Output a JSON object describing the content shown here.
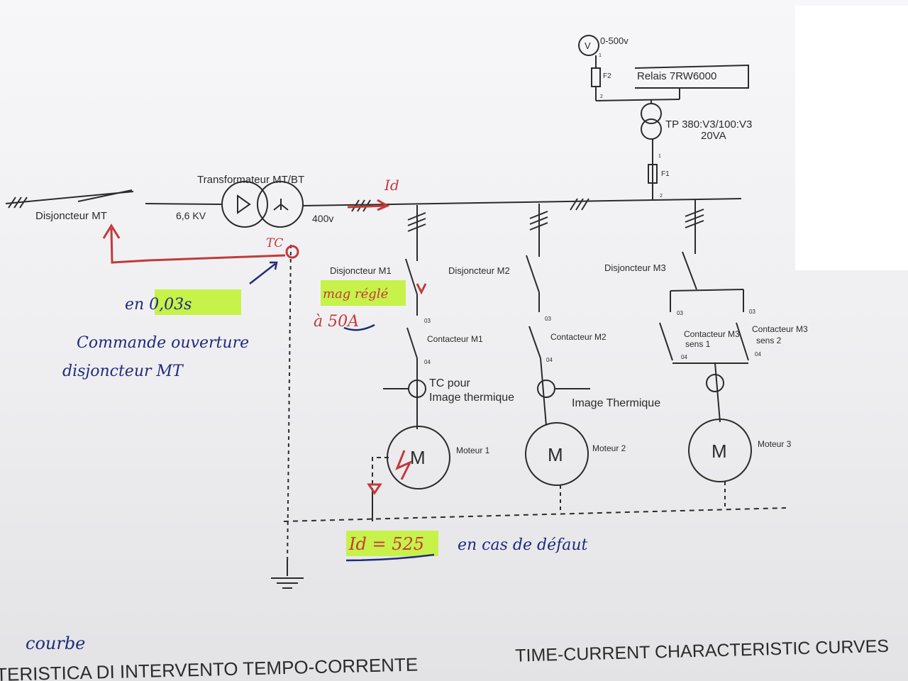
{
  "diagram": {
    "printed": {
      "voltmeter_symbol": "V",
      "voltmeter_range": "0-500v",
      "fuse_f2": "F2",
      "relay": "Relais 7RW6000",
      "tp_line1": "TP 380:V3/100:V3",
      "tp_line2": "20VA",
      "fuse_f1": "F1",
      "terminal_1a": "1",
      "terminal_2a": "2",
      "terminal_1b": "1",
      "terminal_2b": "2",
      "transformer": "Transformateur MT/BT",
      "breaker_mt": "Disjoncteur MT",
      "voltage_mt": "6,6 KV",
      "voltage_bt": "400v",
      "breaker_m1": "Disjoncteur M1",
      "breaker_m2": "Disjoncteur M2",
      "breaker_m3": "Disjoncteur M3",
      "contactor_m1": "Contacteur M1",
      "contactor_m2": "Contacteur M2",
      "contactor_m3a": "Contacteur M3",
      "contactor_m3a_sub": "sens 1",
      "contactor_m3b": "Contacteur M3",
      "contactor_m3b_sub": "sens 2",
      "tc_line1": "TC pour",
      "tc_line2": "Image thermique",
      "image_thermique": "Image Thermique",
      "motor_symbol": "M",
      "motor1": "Moteur 1",
      "motor2": "Moteur 2",
      "motor3": "Moteur 3",
      "code_03": "03",
      "code_04": "04"
    },
    "handwritten": {
      "id_top": "Id",
      "tc": "TC",
      "time": "en 0,03s",
      "cmd1": "Commande ouverture",
      "cmd2": "disjoncteur MT",
      "mag1": "mag réglé",
      "mag2": "à 50A",
      "fault_value": "Id = 525",
      "fault_text": "en cas de défaut",
      "courbe": "courbe"
    },
    "bottom_text": {
      "italian": "TERISTICA DI INTERVENTO TEMPO-CORRENTE",
      "english": "TIME-CURRENT CHARACTERISTIC CURVES"
    },
    "colors": {
      "line": "#2b2b2b",
      "handwriting_blue": "#1f2b7a",
      "handwriting_red": "#c23a3a",
      "highlight": "#c6f24a"
    }
  }
}
